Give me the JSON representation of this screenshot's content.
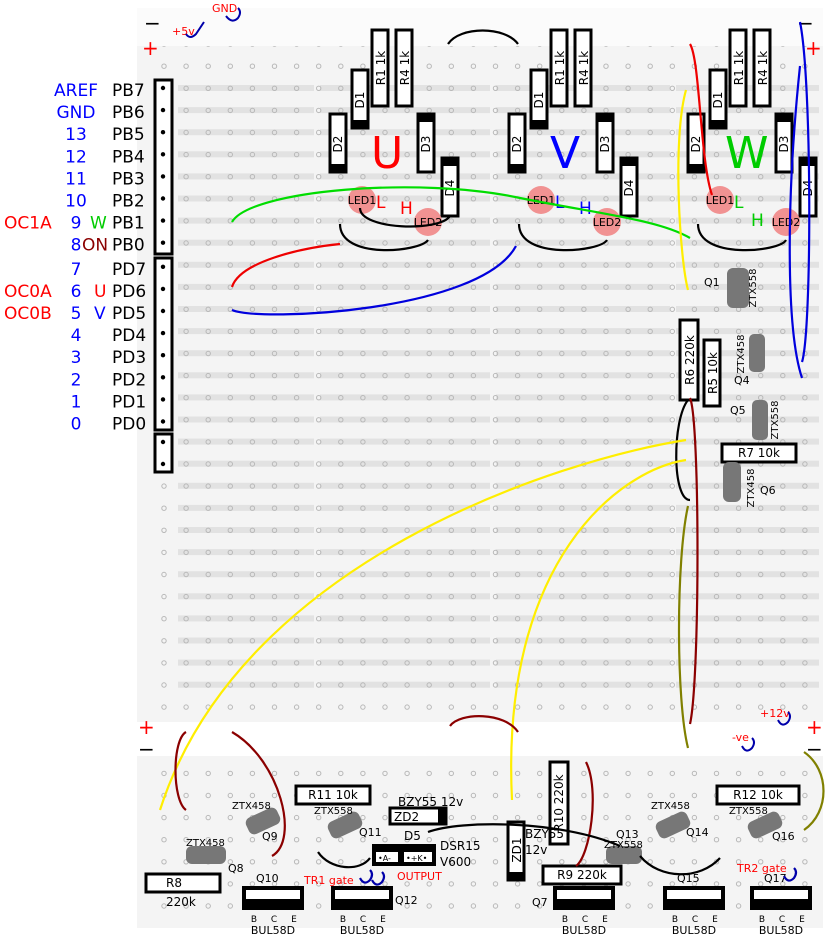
{
  "rails": {
    "plus": "+",
    "minus": "−",
    "supply_5v": "+5v",
    "gnd": "GND",
    "supply_12v": "+12v",
    "negative": "-ve"
  },
  "arduino_pins": [
    {
      "func": "AREF",
      "pin": "PB7",
      "alt": "",
      "alt_color": "#ff0000"
    },
    {
      "func": "GND",
      "pin": "PB6",
      "alt": "",
      "alt_color": "#ff0000"
    },
    {
      "func": "13",
      "pin": "PB5",
      "alt": "",
      "alt_color": "#ff0000"
    },
    {
      "func": "12",
      "pin": "PB4",
      "alt": "",
      "alt_color": "#ff0000"
    },
    {
      "func": "11",
      "pin": "PB3",
      "alt": "",
      "alt_color": "#ff0000"
    },
    {
      "func": "10",
      "pin": "PB2",
      "alt": "",
      "alt_color": "#ff0000"
    },
    {
      "func": "9",
      "pin": "PB1",
      "alt": "OC1A",
      "alt_color": "#ff0000",
      "phase": "W",
      "phase_color": "#00cc00"
    },
    {
      "func": "8",
      "pin": "PB0",
      "alt": "",
      "alt_color": "#ff0000",
      "phase": "ON",
      "phase_color": "#8b0000"
    },
    {
      "func": "7",
      "pin": "PD7",
      "alt": "",
      "alt_color": "#ff0000"
    },
    {
      "func": "6",
      "pin": "PD6",
      "alt": "OC0A",
      "alt_color": "#ff0000",
      "phase": "U",
      "phase_color": "#ff0000"
    },
    {
      "func": "5",
      "pin": "PD5",
      "alt": "OC0B",
      "alt_color": "#ff0000",
      "phase": "V",
      "phase_color": "#0000ff"
    },
    {
      "func": "4",
      "pin": "PD4",
      "alt": "",
      "alt_color": "#ff0000"
    },
    {
      "func": "3",
      "pin": "PD3",
      "alt": "",
      "alt_color": "#ff0000"
    },
    {
      "func": "2",
      "pin": "PD2",
      "alt": "",
      "alt_color": "#ff0000"
    },
    {
      "func": "1",
      "pin": "PD1",
      "alt": "",
      "alt_color": "#ff0000"
    },
    {
      "func": "0",
      "pin": "PD0",
      "alt": "",
      "alt_color": "#ff0000"
    }
  ],
  "phases": [
    {
      "name": "U",
      "color": "#ff0000"
    },
    {
      "name": "V",
      "color": "#0000ff"
    },
    {
      "name": "W",
      "color": "#00cc00"
    }
  ],
  "phase_parts": {
    "r1": "R1 1k",
    "r4": "R4 1k",
    "d1": "D1",
    "d2": "D2",
    "d3": "D3",
    "d4": "D4",
    "led1": "LED1",
    "led2": "LED2",
    "low": "L",
    "high": "H"
  },
  "right_column": {
    "q1": "Q1",
    "q1_type": "ZTX558",
    "r6": "R6 220k",
    "r5": "R5 10k",
    "q4": "Q4",
    "q4_type": "ZTX458",
    "q5": "Q5",
    "q5_type": "ZTX558",
    "r7": "R7 10k",
    "q6": "Q6",
    "q6_type": "ZTX458"
  },
  "bottom": {
    "r11": "R11 10k",
    "r12": "R12 10k",
    "zd2": "ZD2",
    "zd2_type": "BZY55 12v",
    "zd1": "ZD1",
    "zd1_type_a": "BZY55",
    "zd1_type_b": "12v",
    "d5": "D5",
    "d5_type_a": "DSR15",
    "d5_type_b": "V600",
    "r10": "R10 220k",
    "r9": "R9 220k",
    "r8": "R8",
    "r8_value": "220k",
    "output": "OUTPUT",
    "tr1_gate": "TR1 gate",
    "tr2_gate": "TR2 gate",
    "q7": "Q7",
    "q8": "Q8",
    "q8_type": "ZTX458",
    "q9": "Q9",
    "q9_type": "ZTX458",
    "q10": "Q10",
    "q11": "Q11",
    "q11_type": "ZTX558",
    "q12": "Q12",
    "q13": "Q13",
    "q13_type": "ZTX558",
    "q14": "Q14",
    "q14_type": "ZTX458",
    "q15": "Q15",
    "q16": "Q16",
    "q16_type": "ZTX558",
    "q17": "Q17",
    "bul58d": "BUL58D",
    "pin_b": "B",
    "pin_c": "C",
    "pin_e": "E",
    "d5_anode": "•A-",
    "d5_cathode": "•+K•"
  },
  "colors": {
    "red": "#ff0000",
    "blue": "#0000ff",
    "green": "#00cc00",
    "yellow": "#ffee00",
    "darkred": "#8b0000",
    "olive": "#808000",
    "black": "#000000"
  }
}
